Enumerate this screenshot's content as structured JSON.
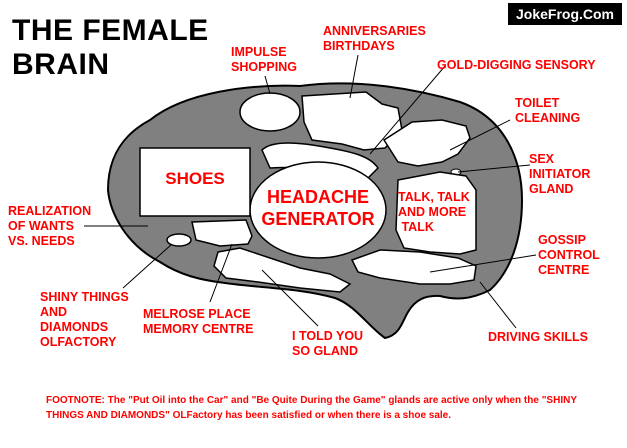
{
  "title": "THE FEMALE\nBRAIN",
  "badge": "JokeFrog.Com",
  "regions": {
    "shoes": "SHOES",
    "headache": "HEADACHE\nGENERATOR",
    "talk": "TALK, TALK\nAND MORE\n TALK"
  },
  "labels": {
    "impulse": "IMPULSE\nSHOPPING",
    "anniversaries": "ANNIVERSARIES\nBIRTHDAYS",
    "gold": "GOLD-DIGGING SENSORY",
    "toilet": "TOILET\nCLEANING",
    "sex": "SEX\nINITIATOR\nGLAND",
    "realization": "REALIZATION\nOF WANTS\nVS. NEEDS",
    "gossip": "GOSSIP\nCONTROL\nCENTRE",
    "shiny": "SHINY THINGS\nAND\nDIAMONDS\nOLFACTORY",
    "melrose": "MELROSE PLACE\nMEMORY CENTRE",
    "told": "I TOLD YOU\nSO GLAND",
    "driving": "DRIVING SKILLS"
  },
  "footnote": "FOOTNOTE:  The \"Put Oil into the Car\" and \"Be Quite During the Game\" glands are active only when the \"SHINY THINGS AND DIAMONDS\" OLFactory has been satisfied or when there is a shoe sale.",
  "colors": {
    "brain": "#808080",
    "outline": "#000000",
    "region": "#ffffff",
    "text": "#ff0000"
  }
}
